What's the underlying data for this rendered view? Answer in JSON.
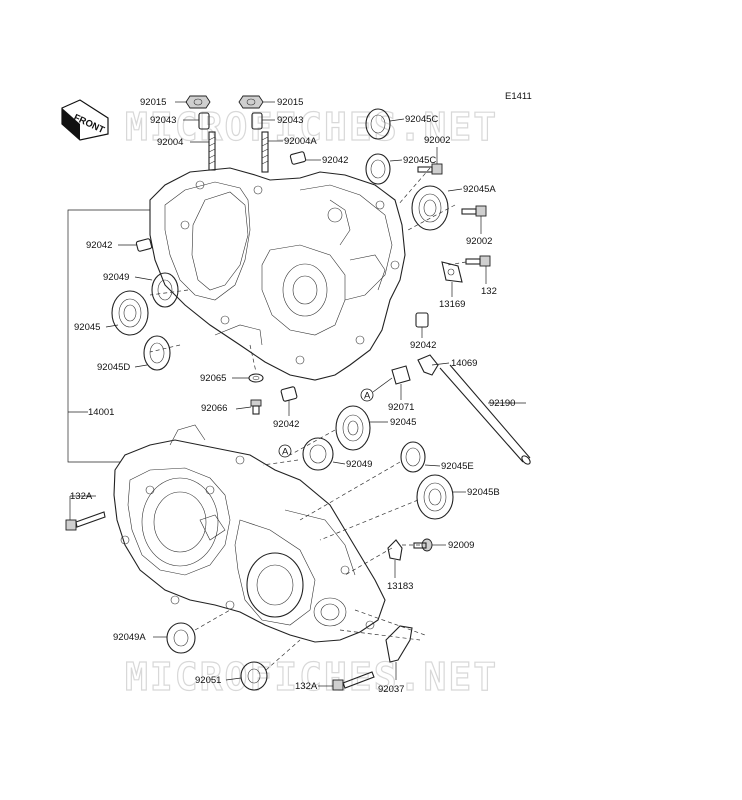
{
  "diagram_code": "E1411",
  "front_badge": "FRONT",
  "watermark": "MICROFICHES.NET",
  "callouts": {
    "c92015a": "92015",
    "c92015b": "92015",
    "c92043a": "92043",
    "c92043b": "92043",
    "c92004": "92004",
    "c92004A": "92004A",
    "c92045Ca": "92045C",
    "c92045Cb": "92045C",
    "c92002a": "92002",
    "c92002b": "92002",
    "c92042a": "92042",
    "c92042b": "92042",
    "c92042c": "92042",
    "c92042d": "92042",
    "c92045A": "92045A",
    "c132": "132",
    "c13169": "13169",
    "c92049a": "92049",
    "c92049b": "92049",
    "c92045a": "92045",
    "c92045b": "92045",
    "c92045D": "92045D",
    "c14069": "14069",
    "c92065": "92065",
    "c92071": "92071",
    "c92190": "92190",
    "c92066": "92066",
    "c14001": "14001",
    "c92045E": "92045E",
    "c132A_a": "132A",
    "c132A_b": "132A",
    "c92045B": "92045B",
    "c92009": "92009",
    "c13183": "13183",
    "c92049A": "92049A",
    "c92051": "92051",
    "c92037": "92037",
    "refA1": "A",
    "refA2": "A"
  }
}
